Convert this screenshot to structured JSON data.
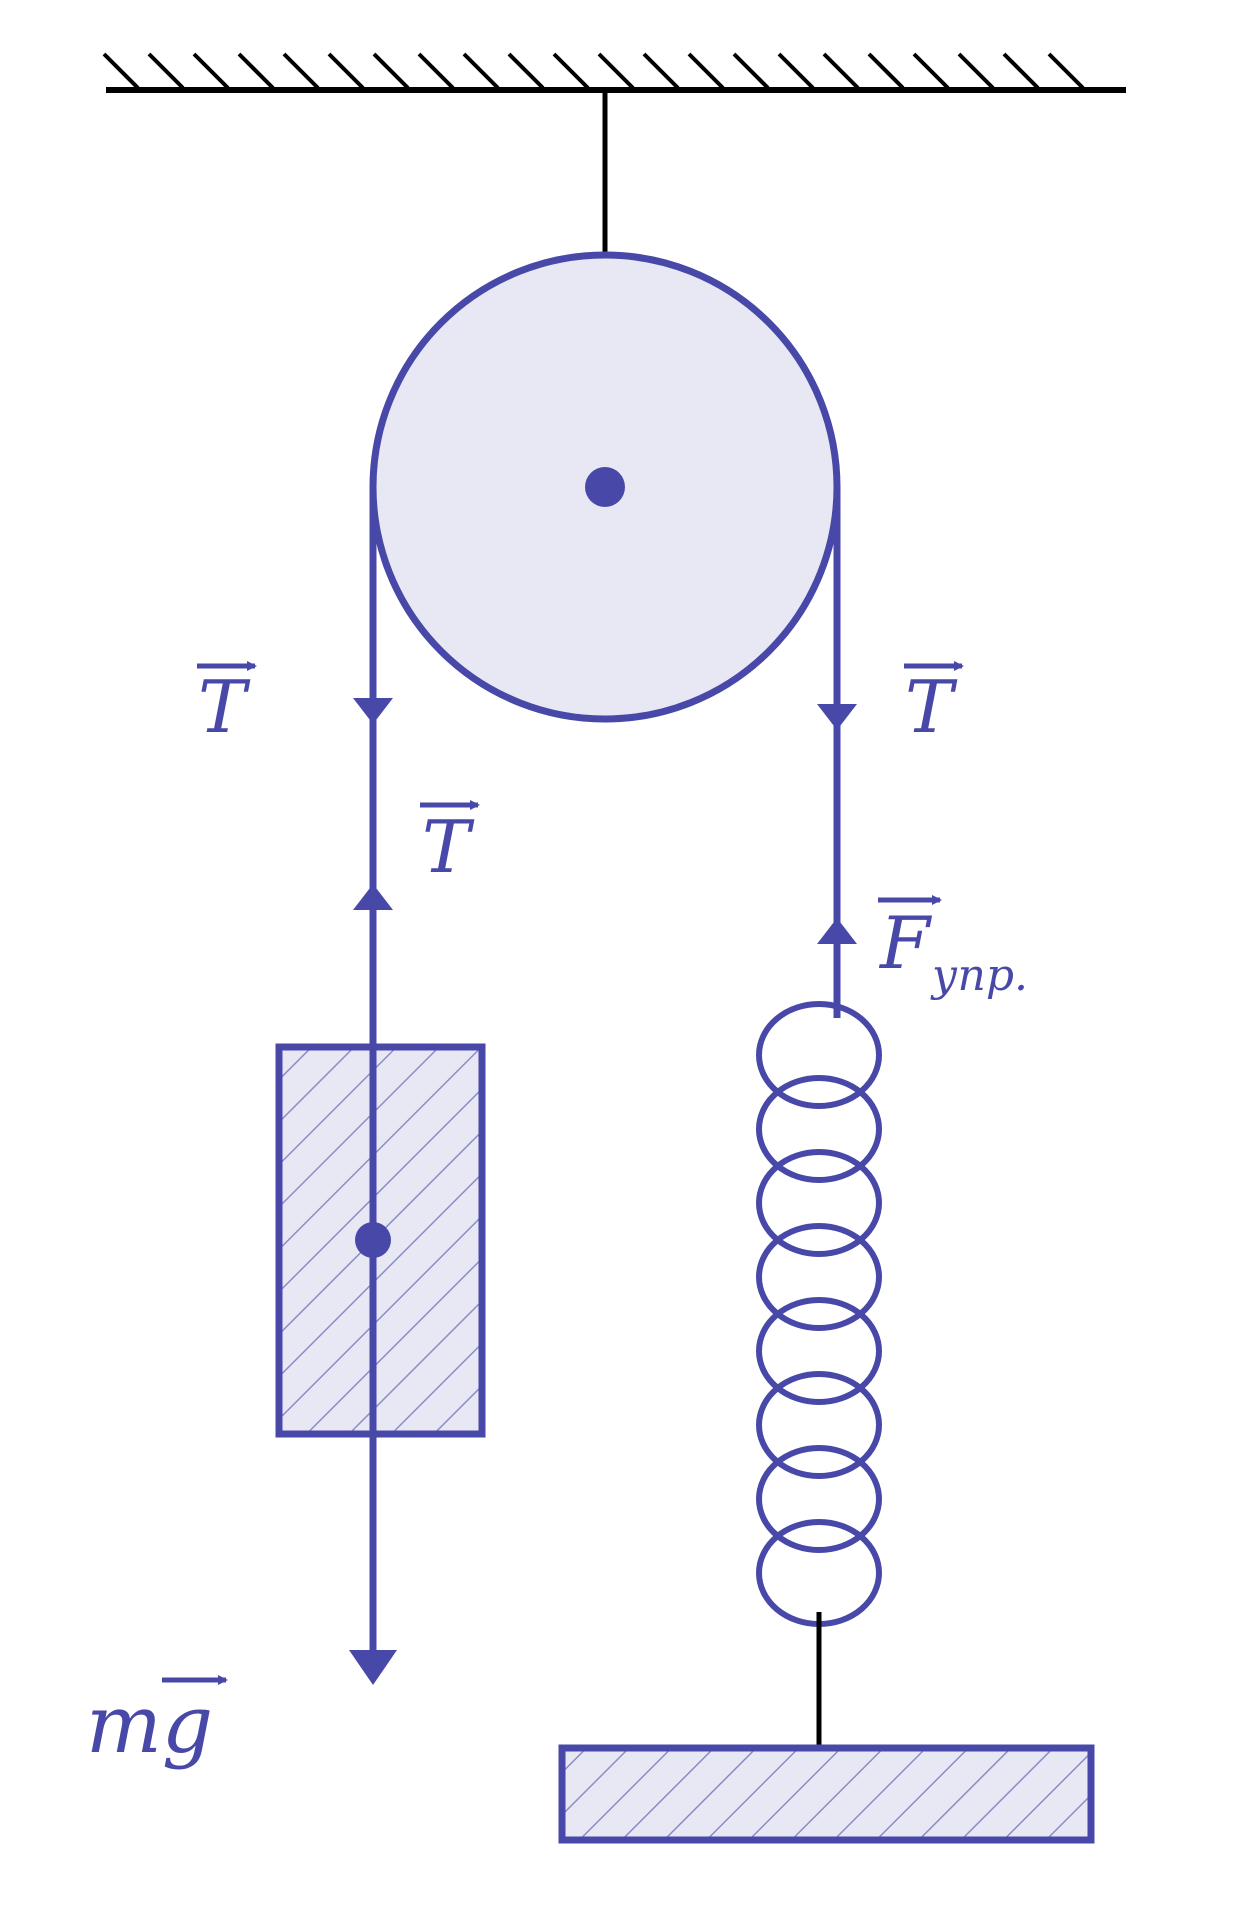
{
  "colors": {
    "accent": "#4848a8",
    "fill": "#e8e8f4",
    "stroke_dark": "#000000",
    "hatch": "#8c8cc8"
  },
  "labels": {
    "tension_left": "T",
    "tension_right": "T",
    "tension_up": "T",
    "elastic_force": "F",
    "elastic_force_subscript": "упр.",
    "gravity": "mg"
  }
}
